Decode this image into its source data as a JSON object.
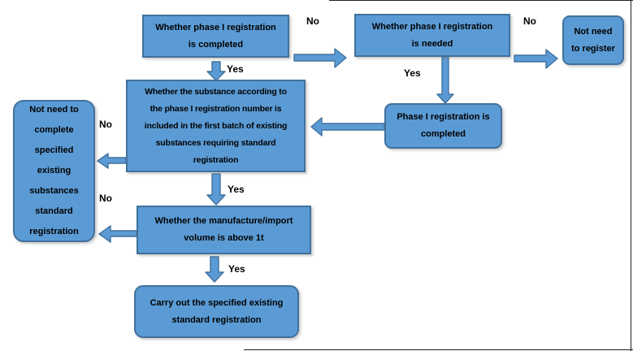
{
  "diagram": {
    "title": "Phase I registration decision flowchart",
    "colors": {
      "shape_fill": "#5b9bd5",
      "shape_border": "#41719c",
      "text": "#000000",
      "page_border": "#1f1f1f",
      "background": "#ffffff"
    },
    "nodes": {
      "q_phase1_completed": {
        "text": "Whether phase I registration\nis completed"
      },
      "q_phase1_needed": {
        "text": "Whether phase I registration\nis needed"
      },
      "not_need_register": {
        "text": "Not need\nto register"
      },
      "phase1_completed": {
        "text": "Phase I registration is\ncompleted"
      },
      "q_first_batch": {
        "text": "Whether the substance according to\nthe phase I registration number is\nincluded in the first batch of existing\nsubstances requiring standard\nregistration"
      },
      "not_need_standard": {
        "text": "Not need to\ncomplete\nspecified\nexisting\nsubstances\nstandard\nregistration"
      },
      "q_volume": {
        "text": "Whether the manufacture/import\nvolume is above 1t"
      },
      "carry_out": {
        "text": "Carry out the specified existing\nstandard registration"
      }
    },
    "edge_labels": {
      "completed_no": "No",
      "completed_yes": "Yes",
      "needed_no": "No",
      "needed_yes": "Yes",
      "batch_no": "No",
      "batch_yes": "Yes",
      "volume_no": "No",
      "volume_yes": "Yes"
    }
  }
}
